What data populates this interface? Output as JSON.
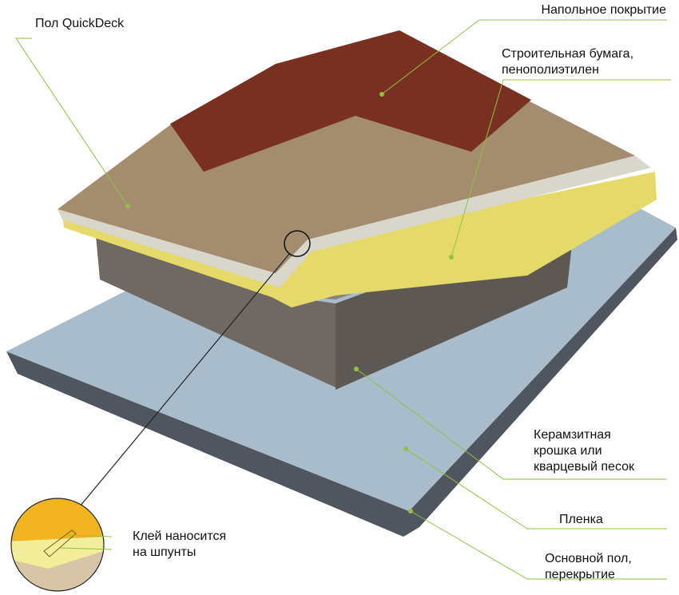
{
  "labels": {
    "quickdeck": "Пол QuickDeck",
    "flooring": "Напольное покрытие",
    "paper_line1": "Строительная бумага,",
    "paper_line2": "пенополиэтилен",
    "granules_line1": "Керамзитная",
    "granules_line2": "крошка или",
    "granules_line3": "кварцевый песок",
    "film": "Пленка",
    "base_line1": "Основной пол,",
    "base_line2": "перекрытие",
    "glue_line1": "Клей наносится",
    "glue_line2": "на шпунты"
  },
  "colors": {
    "wood": "#7a3020",
    "board": "#a08a6c",
    "foam": "#e8dc70",
    "granules": "#7d7470",
    "film": "#a9bccb",
    "leader": "#8fc23f"
  }
}
